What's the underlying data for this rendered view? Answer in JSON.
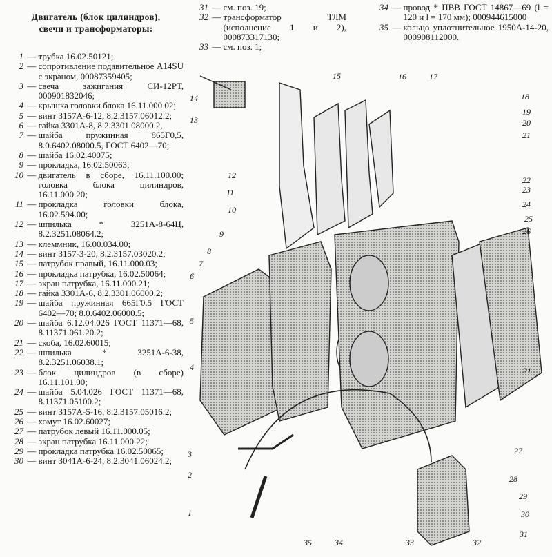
{
  "heading": {
    "line1": "Двигатель (блок цилиндров),",
    "line2": "свечи и трансформаторы:"
  },
  "parts_left": [
    {
      "num": "1",
      "text": "трубка 16.02.50121;"
    },
    {
      "num": "2",
      "text": "сопротивление подавительное A14SU с экраном, 00087359405;"
    },
    {
      "num": "3",
      "text": "свеча зажигания СИ-12РТ, 000901832046;"
    },
    {
      "num": "4",
      "text": "крышка головки блока 16.11.000 02;"
    },
    {
      "num": "5",
      "text": "винт 3157А-6-12, 8.2.3157.06012.2;"
    },
    {
      "num": "6",
      "text": "гайка 3301А-8, 8.2.3301.08000.2,"
    },
    {
      "num": "7",
      "text": "шайба пружинная 865Г0,5, 8.0.6402.08000.5, ГОСТ 6402—70;"
    },
    {
      "num": "8",
      "text": "шайба 16.02.40075;"
    },
    {
      "num": "9",
      "text": "прокладка, 16.02.50063;"
    },
    {
      "num": "10",
      "text": "двигатель в сборе, 16.11.100.00; головка блока цилиндров, 16.11.000.20;"
    },
    {
      "num": "11",
      "text": "прокладка головки блока, 16.02.594.00;"
    },
    {
      "num": "12",
      "text": "шпилька * 3251А-8-64Ц, 8.2.3251.08064.2;"
    },
    {
      "num": "13",
      "text": "клеммник, 16.00.034.00;"
    },
    {
      "num": "14",
      "text": "винт 3157-3-20, 8.2.3157.03020.2;"
    },
    {
      "num": "15",
      "text": "патрубок правый, 16.11.000.03;"
    },
    {
      "num": "16",
      "text": "прокладка патрубка, 16.02.50064;"
    },
    {
      "num": "17",
      "text": "экран патрубка, 16.11.000.21;"
    },
    {
      "num": "18",
      "text": "гайка 3301А-6, 8.2.3301.06000.2;"
    },
    {
      "num": "19",
      "text": "шайба пружинная 665Г0.5 ГОСТ 6402—70; 8.0.6402.06000.5;"
    },
    {
      "num": "20",
      "text": "шайба 6.12.04.026 ГОСТ 11371—68, 8.11371.061.20.2;"
    },
    {
      "num": "21",
      "text": "скоба, 16.02.60015;"
    },
    {
      "num": "22",
      "text": "шпилька * 3251А-6-38, 8.2.3251.06038.1;"
    },
    {
      "num": "23",
      "text": "блок цилиндров (в сборе) 16.11.101.00;"
    },
    {
      "num": "24",
      "text": "шайба 5.04.026 ГОСТ 11371—68, 8.11371.05100.2;"
    },
    {
      "num": "25",
      "text": "винт 3157А-5-16, 8.2.3157.05016.2;"
    },
    {
      "num": "26",
      "text": "хомут 16.02.60027;"
    },
    {
      "num": "27",
      "text": "патрубок левый 16.11.000.05;"
    },
    {
      "num": "28",
      "text": "экран патрубка 16.11.000.22;"
    },
    {
      "num": "29",
      "text": "прокладка патрубка 16.02.50065;"
    },
    {
      "num": "30",
      "text": "винт 3041А-6-24, 8.2.3041.06024.2;"
    }
  ],
  "parts_top_col1": [
    {
      "num": "31",
      "text": "см. поз. 19;"
    },
    {
      "num": "32",
      "text": "трансформатор ТЛМ (исполнение 1 и 2), 000873317130;"
    },
    {
      "num": "33",
      "text": "см. поз. 1;"
    }
  ],
  "parts_top_col2": [
    {
      "num": "34",
      "text": "провод * ПВВ ГОСТ 14867—69 (l = 120 и l = 170 мм); 000944615000"
    },
    {
      "num": "35",
      "text": "кольцо уплотнительное 1950А-14-20, 000908112000."
    }
  ],
  "callouts": [
    "15",
    "16",
    "17",
    "14",
    "13",
    "18",
    "19",
    "20",
    "21",
    "22",
    "23",
    "12",
    "11",
    "10",
    "9",
    "8",
    "7",
    "6",
    "24",
    "25",
    "26",
    "5",
    "4",
    "21",
    "27",
    "28",
    "29",
    "3",
    "2",
    "1",
    "35",
    "34",
    "33",
    "32",
    "31",
    "30"
  ]
}
